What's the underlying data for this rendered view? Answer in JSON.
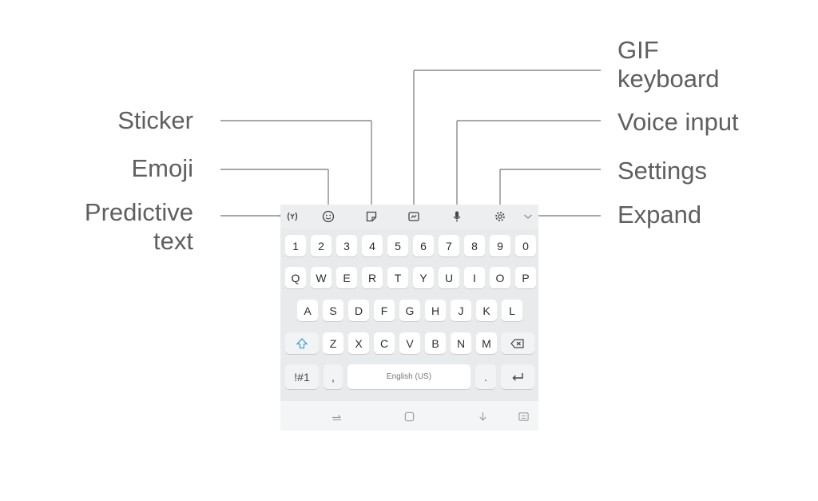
{
  "labels": {
    "sticker": "Sticker",
    "emoji": "Emoji",
    "predictive_text": "Predictive text",
    "gif_keyboard": "GIF keyboard",
    "voice_input": "Voice input",
    "settings": "Settings",
    "expand": "Expand"
  },
  "keyboard": {
    "toolbar_icons": [
      "predictive-text-icon",
      "emoji-icon",
      "sticker-icon",
      "gif-icon",
      "microphone-icon",
      "gear-icon",
      "chevron-down-icon"
    ],
    "number_row": [
      "1",
      "2",
      "3",
      "4",
      "5",
      "6",
      "7",
      "8",
      "9",
      "0"
    ],
    "row1": [
      "Q",
      "W",
      "E",
      "R",
      "T",
      "Y",
      "U",
      "I",
      "O",
      "P"
    ],
    "row2": [
      "A",
      "S",
      "D",
      "F",
      "G",
      "H",
      "J",
      "K",
      "L"
    ],
    "row3": [
      "Z",
      "X",
      "C",
      "V",
      "B",
      "N",
      "M"
    ],
    "symbols_key": "!#1",
    "comma_key": ",",
    "space_label": "English (US)",
    "period_key": ".",
    "shift_icon": "shift-icon",
    "backspace_icon": "backspace-icon",
    "enter_icon": "enter-icon",
    "nav_icons": [
      "recent-apps-icon",
      "home-icon",
      "hide-keyboard-icon",
      "keyboard-switch-icon"
    ]
  },
  "colors": {
    "label_text": "#5f5f5f",
    "keyboard_bg": "#e9eaec",
    "key_bg": "#ffffff",
    "shift_accent": "#4fa3c7"
  }
}
